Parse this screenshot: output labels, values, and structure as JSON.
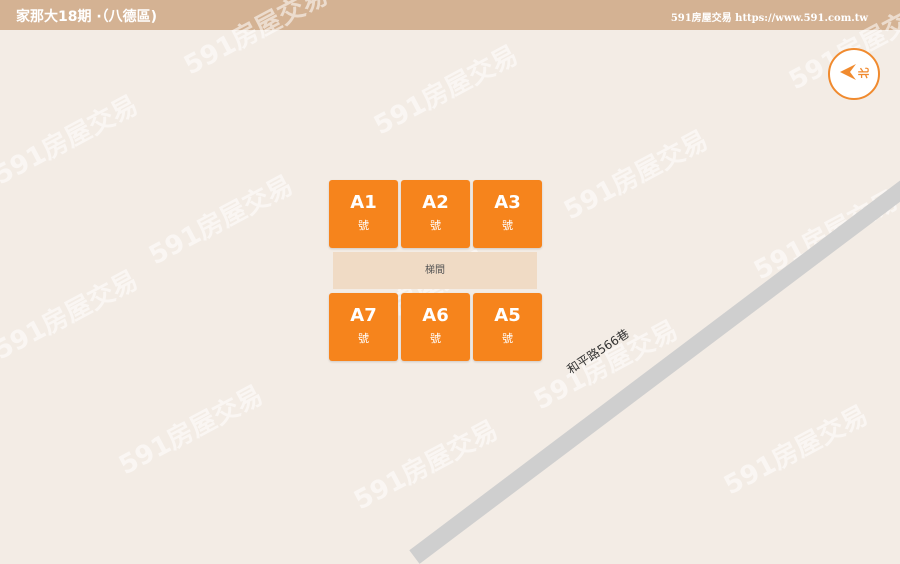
{
  "header": {
    "title": "家那大18期 ·（八德區)",
    "site": "591房屋交易 https://www.591.com.tw"
  },
  "map": {
    "road_label": "和平路566巷",
    "stair_label": "梯間",
    "unit_suffix": "號",
    "units": [
      {
        "code": "A1"
      },
      {
        "code": "A2"
      },
      {
        "code": "A3"
      },
      {
        "code": "A7"
      },
      {
        "code": "A6"
      },
      {
        "code": "A5"
      }
    ]
  },
  "compass": {
    "label": "北",
    "icon": "north-arrow-icon"
  },
  "watermark": {
    "text": "591房屋交易"
  },
  "colors": {
    "header_bg": "#d4b293",
    "page_bg": "#f3ece5",
    "unit_bg": "#f6841c",
    "stair_bg": "#f0dbc5",
    "road": "#cfcfcf",
    "accent": "#f08a2e"
  }
}
